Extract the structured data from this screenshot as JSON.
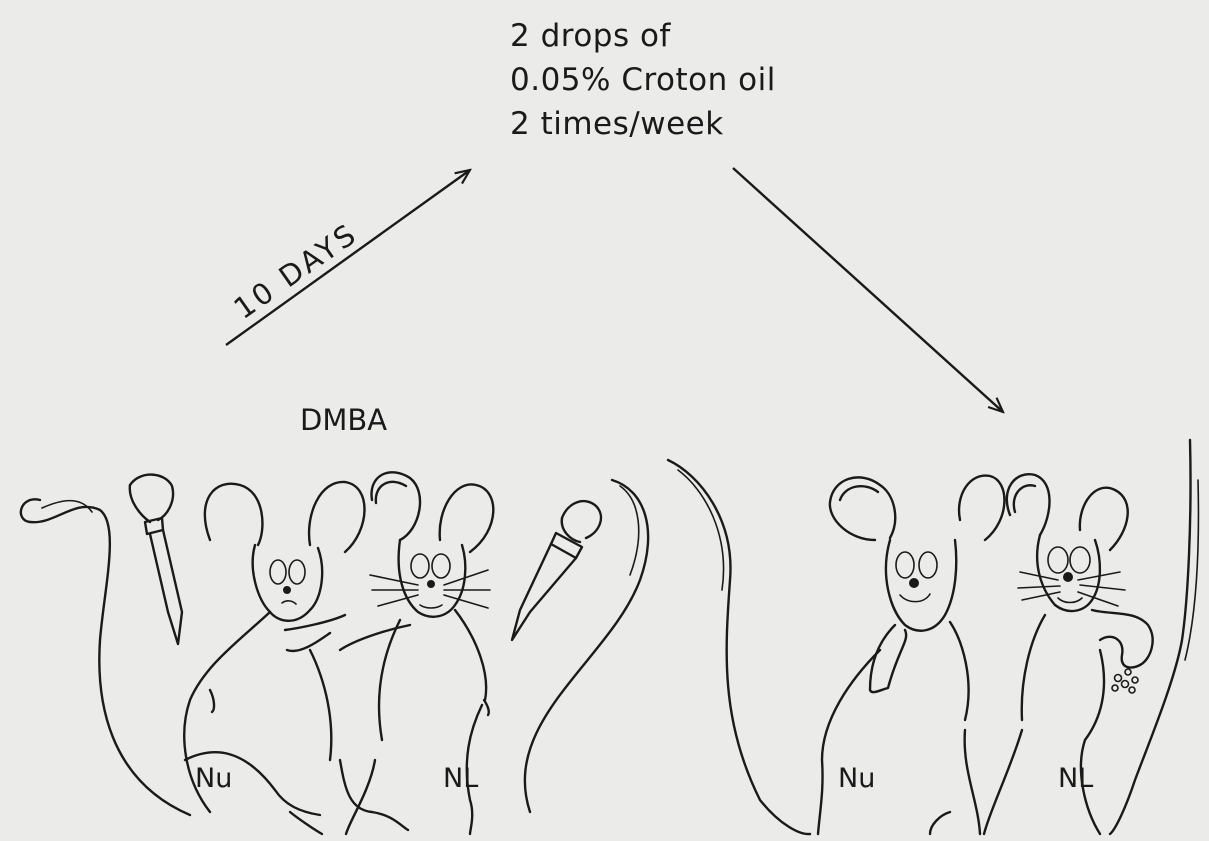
{
  "protocol": {
    "line1": "2 drops of",
    "line2": "0.05% Croton oil",
    "line3": "2 times/week"
  },
  "timing_label": "10 DAYS",
  "initiator_label": "DMBA",
  "before_panel": {
    "left_mouse_label": "Nu",
    "right_mouse_label": "NL"
  },
  "after_panel": {
    "left_mouse_label": "Nu",
    "right_mouse_label": "NL"
  },
  "colors": {
    "ink": "#1a1a1a",
    "paper": "#ebebea"
  }
}
